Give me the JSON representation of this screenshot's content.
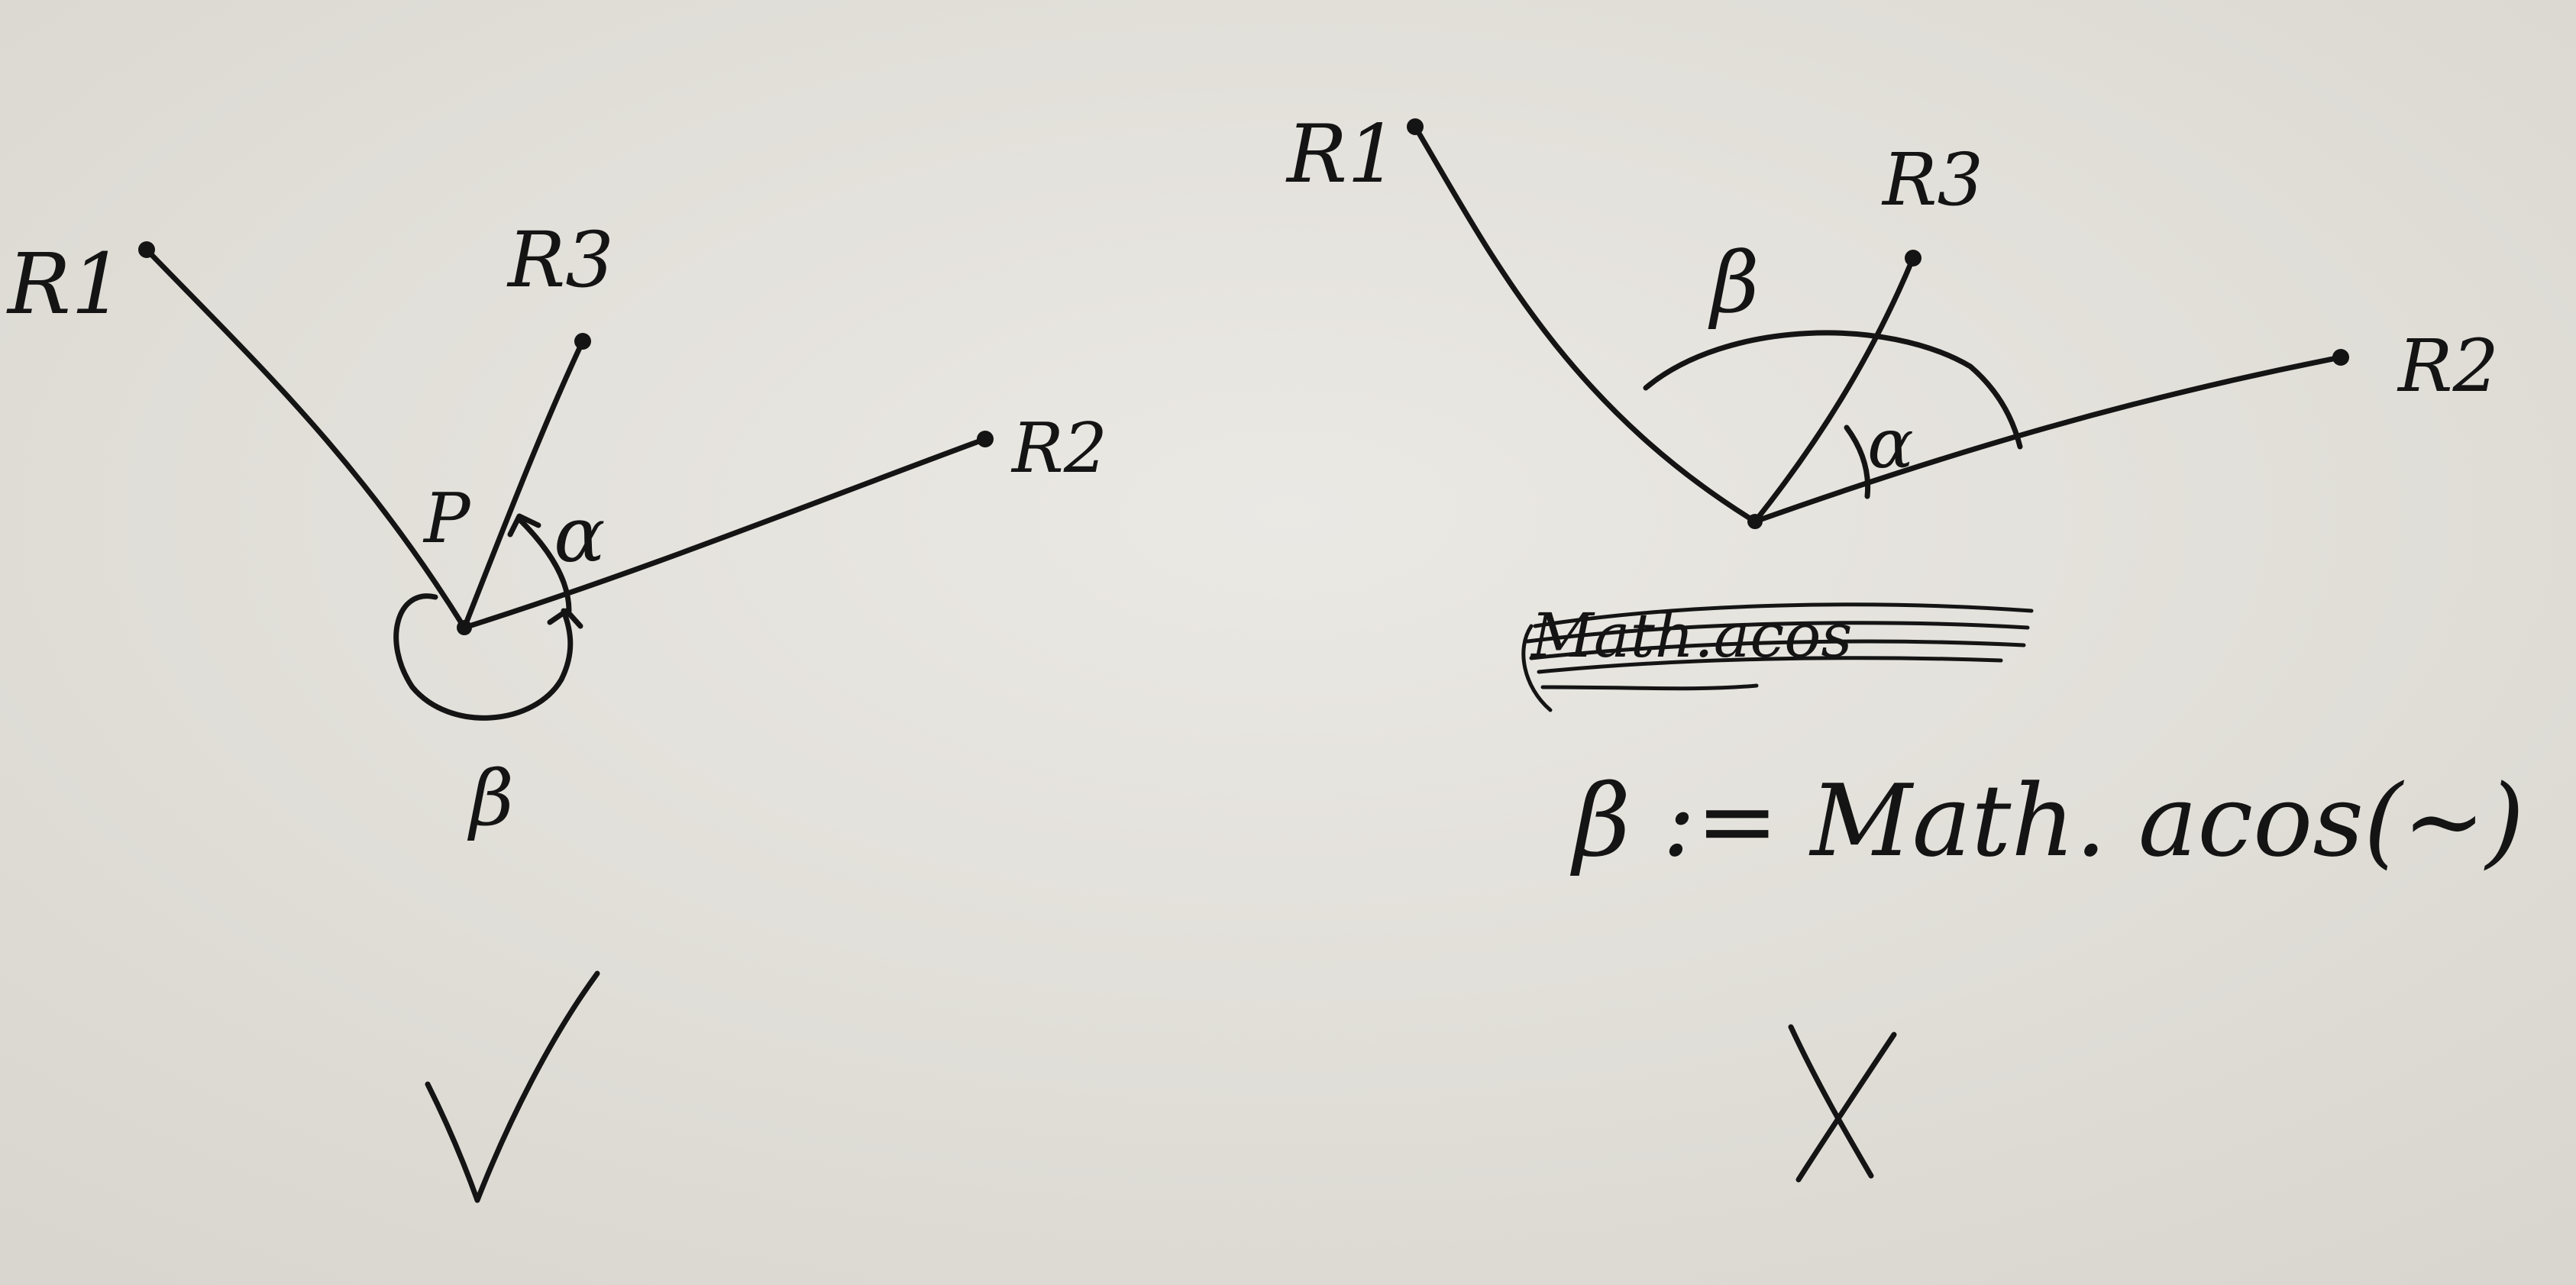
{
  "left_diagram": {
    "labels": {
      "r1": "R1",
      "r2": "R2",
      "r3": "R3",
      "p": "P",
      "alpha": "α",
      "beta": "β"
    },
    "verdict": "✓"
  },
  "right_diagram": {
    "labels": {
      "r1": "R1",
      "r2": "R2",
      "r3": "R3",
      "alpha": "α",
      "beta": "β"
    },
    "struck_text": "Math.acos",
    "formula": "β := Math. acos(~)",
    "verdict": "X"
  },
  "colors": {
    "paper": "#e6e4df",
    "ink": "#141414"
  }
}
